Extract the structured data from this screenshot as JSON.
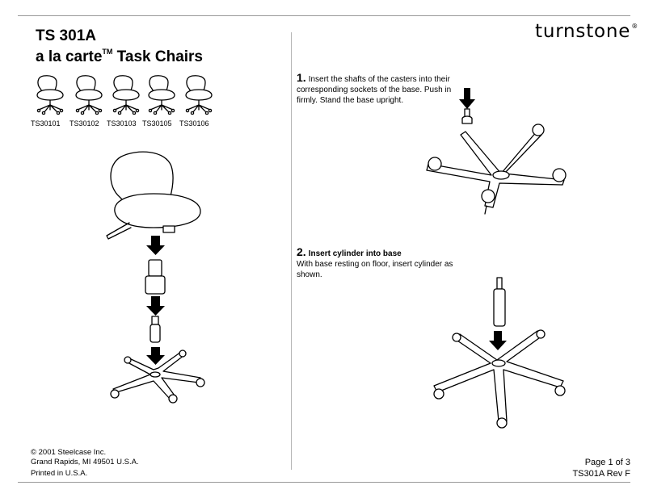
{
  "brand": {
    "name": "turnstone",
    "mark": "®"
  },
  "title": {
    "line1": "TS 301A",
    "line2_main": "a la carte",
    "line2_tm": "TM",
    "line2_rest": " Task Chairs"
  },
  "models": [
    "TS30101",
    "TS30102",
    "TS30103",
    "TS30105",
    "TS30106"
  ],
  "steps": [
    {
      "number": "1.",
      "heading": "",
      "text": "Insert the shafts of the casters into their corresponding sockets of the base.  Push in firmly.  Stand the base upright."
    },
    {
      "number": "2.",
      "heading": "Insert cylinder into base",
      "text": "With base resting on floor, insert cylinder as shown."
    }
  ],
  "footer": {
    "copyright": "© 2001 Steelcase Inc.",
    "address": "Grand Rapids, MI 49501 U.S.A.",
    "printed": "Printed in U.S.A.",
    "page": "Page 1 of 3",
    "doc_rev": "TS301A Rev F"
  },
  "icons": [
    "chair-thumbnail-icon",
    "chair-seat-illustration",
    "down-arrow-icon",
    "chair-base-illustration",
    "caster-icon",
    "gas-cylinder-illustration"
  ]
}
